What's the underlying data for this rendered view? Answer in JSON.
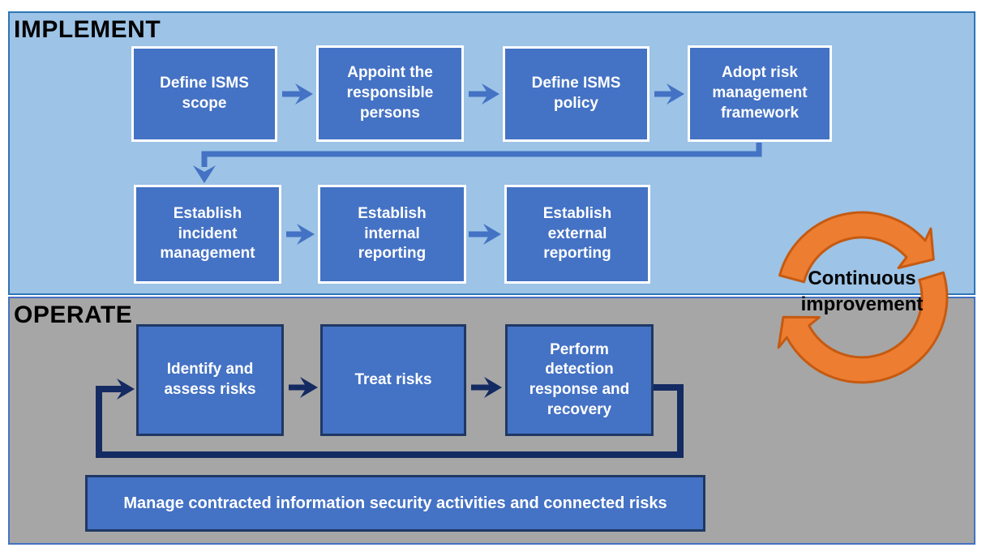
{
  "implement": {
    "title": "IMPLEMENT",
    "row1": [
      "Define ISMS scope",
      "Appoint the responsible persons",
      "Define ISMS policy",
      "Adopt risk management framework"
    ],
    "row2": [
      "Establish incident management",
      "Establish internal reporting",
      "Establish external reporting"
    ]
  },
  "operate": {
    "title": "OPERATE",
    "row": [
      "Identify and assess risks",
      "Treat risks",
      "Perform detection response and recovery"
    ],
    "banner": "Manage contracted information security activities and connected risks"
  },
  "cycle": {
    "label": "Continuous improvement"
  },
  "colors": {
    "panel_implement": "#9DC3E6",
    "panel_operate": "#A6A6A6",
    "panel_border_implement": "#2E75B6",
    "panel_border_operate": "#4472C4",
    "box_fill": "#4472C4",
    "box_border_implement": "#FFFFFF",
    "box_border_operate": "#1F3864",
    "arrow_implement": "#4472C4",
    "arrow_operate": "#142A62",
    "cycle_fill": "#ED7D31",
    "cycle_stroke": "#C55A11"
  }
}
